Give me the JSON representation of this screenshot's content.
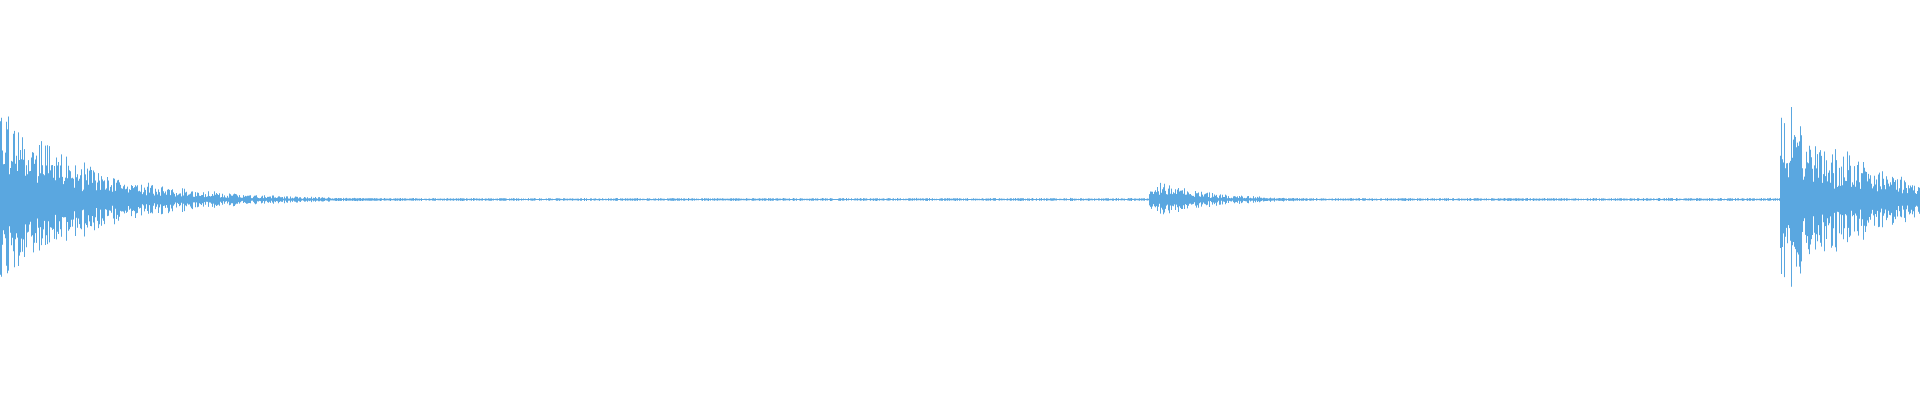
{
  "waveform": {
    "color": "#5aa7e0",
    "background": "#ffffff",
    "events": [
      {
        "start": 0.0,
        "peak": 0.55,
        "decay": 0.045
      },
      {
        "start": 0.598,
        "peak": 0.12,
        "decay": 0.03
      },
      {
        "start": 0.927,
        "peak": 0.58,
        "decay": 0.045
      }
    ],
    "noise_floor": 0.006
  }
}
